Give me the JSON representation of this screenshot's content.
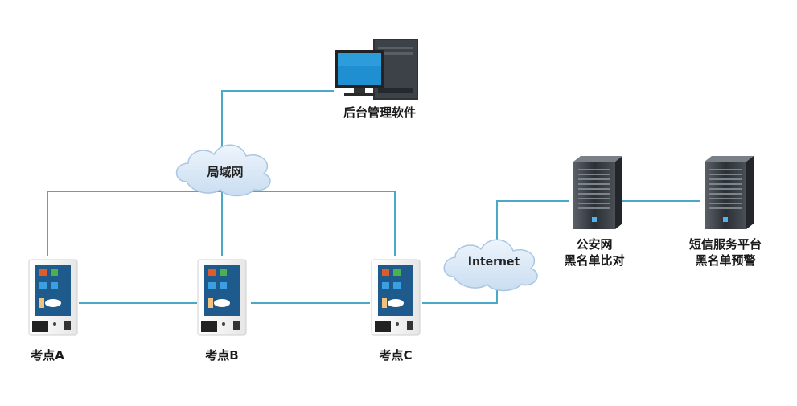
{
  "nodes": {
    "backend": {
      "label": "后台管理软件"
    },
    "lan": {
      "label": "局域网"
    },
    "internet": {
      "label": "Internet"
    },
    "police": {
      "line1": "公安网",
      "line2": "黑名单比对"
    },
    "sms": {
      "line1": "短信服务平台",
      "line2": "黑名单预警"
    },
    "site_a": {
      "label": "考点A"
    },
    "site_b": {
      "label": "考点B"
    },
    "site_c": {
      "label": "考点C"
    }
  },
  "colors": {
    "line": "#4aa8c8",
    "cloud_fill": "#dbeaf7",
    "cloud_stroke": "#a9c6e3",
    "monitor_screen": "#1f8fd1",
    "kiosk_screen": "#1e5a8c",
    "server_body": "#3a3f45"
  }
}
